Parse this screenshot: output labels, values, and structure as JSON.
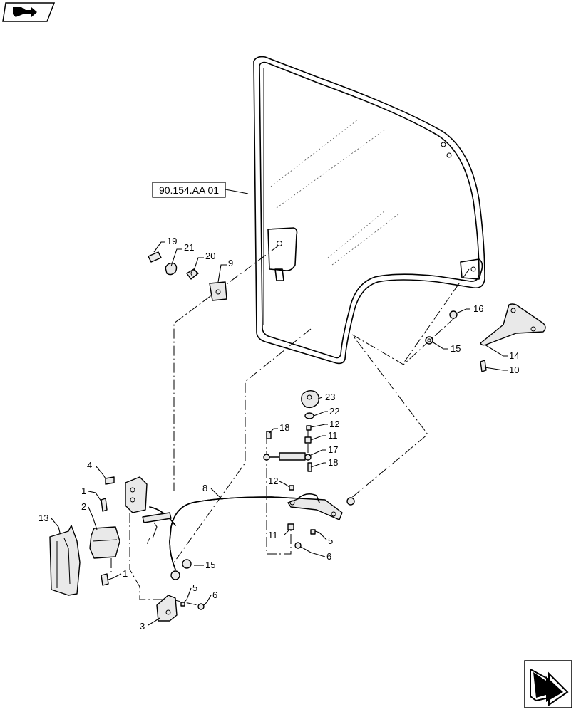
{
  "reference_box": {
    "text": "90.154.AA 01"
  },
  "callouts": [
    {
      "id": "c19a",
      "text": "19"
    },
    {
      "id": "c21",
      "text": "21"
    },
    {
      "id": "c20",
      "text": "20"
    },
    {
      "id": "c9",
      "text": "9"
    },
    {
      "id": "c16",
      "text": "16"
    },
    {
      "id": "c15a",
      "text": "15"
    },
    {
      "id": "c14",
      "text": "14"
    },
    {
      "id": "c10",
      "text": "10"
    },
    {
      "id": "c23",
      "text": "23"
    },
    {
      "id": "c22",
      "text": "22"
    },
    {
      "id": "c12a",
      "text": "12"
    },
    {
      "id": "c11a",
      "text": "11"
    },
    {
      "id": "c17",
      "text": "17"
    },
    {
      "id": "c18a",
      "text": "18"
    },
    {
      "id": "c18b",
      "text": "18"
    },
    {
      "id": "c4",
      "text": "4"
    },
    {
      "id": "c8",
      "text": "8"
    },
    {
      "id": "c12b",
      "text": "12"
    },
    {
      "id": "c1a",
      "text": "1"
    },
    {
      "id": "c2",
      "text": "2"
    },
    {
      "id": "c13",
      "text": "13"
    },
    {
      "id": "c7",
      "text": "7"
    },
    {
      "id": "c11b",
      "text": "11"
    },
    {
      "id": "c5a",
      "text": "5"
    },
    {
      "id": "c6a",
      "text": "6"
    },
    {
      "id": "c15b",
      "text": "15"
    },
    {
      "id": "c1b",
      "text": "1"
    },
    {
      "id": "c5b",
      "text": "5"
    },
    {
      "id": "c6b",
      "text": "6"
    },
    {
      "id": "c3",
      "text": "3"
    }
  ],
  "icons": {
    "top_left": "book-arrow-icon",
    "bottom_right": "next-page-arrow-icon"
  }
}
